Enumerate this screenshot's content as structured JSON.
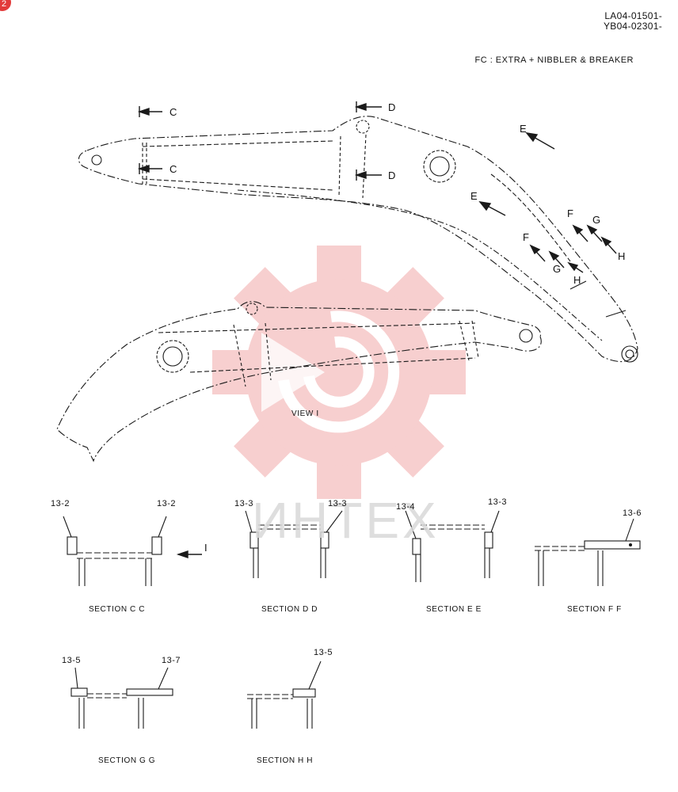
{
  "corner_badge": "2",
  "serials": [
    "LA04-01501-",
    "YB04-02301-"
  ],
  "spec": "FC : EXTRA + NIBBLER & BREAKER",
  "view_label": "VIEW  I",
  "section_markers": {
    "c_top": "C",
    "c_bottom": "C",
    "d_top": "D",
    "d_bottom": "D",
    "e_top": "E",
    "e_bottom": "E",
    "f_upper": "F",
    "f_lower": "F",
    "g_upper": "G",
    "g_lower": "G",
    "h_upper": "H",
    "h_lower": "H",
    "i_arrow": "I"
  },
  "part_labels": {
    "cc_left": "13-2",
    "cc_right": "13-2",
    "dd_left": "13-3",
    "dd_right": "13-3",
    "ee_left": "13-4",
    "ee_right": "13-3",
    "ff": "13-6",
    "gg_left": "13-5",
    "gg_right": "13-7",
    "hh": "13-5"
  },
  "section_titles": {
    "cc": "SECTION  C C",
    "dd": "SECTION  D D",
    "ee": "SECTION  E E",
    "ff": "SECTION  F F",
    "gg": "SECTION  G G",
    "hh": "SECTION  H H"
  },
  "watermark": "ИНТЕХ",
  "colors": {
    "line": "#1a1a1a",
    "watermark": "#f2a8a8",
    "watermark_text": "#d9d9d9",
    "badge": "#e23b3b"
  }
}
